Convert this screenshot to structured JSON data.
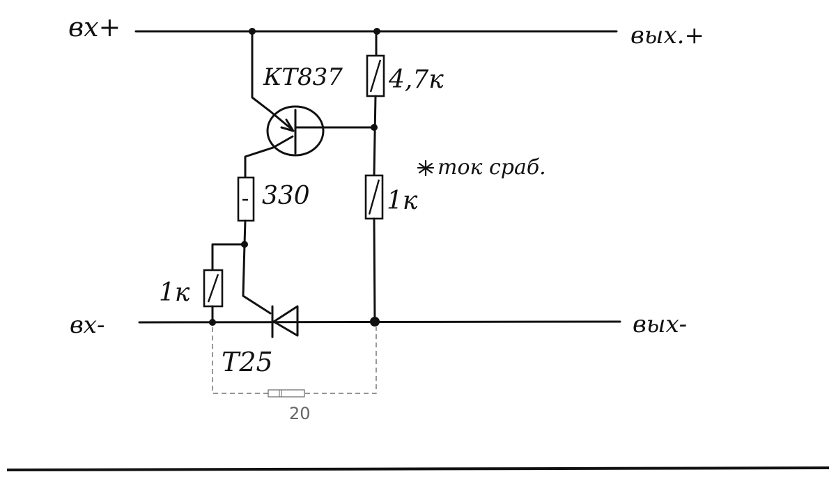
{
  "terminals": {
    "in_plus": "вх+",
    "in_minus": "вх-",
    "out_plus": "вых.+",
    "out_minus": "вых-"
  },
  "components": {
    "transistor": "КТ837",
    "r_top": "4,7к",
    "r_mid": "1к",
    "r_base": "330",
    "r_left": "1к",
    "thyristor": "Т25",
    "shunt": "20"
  },
  "notes": {
    "current_note": "ток сраб."
  },
  "colors": {
    "ink": "#111111",
    "printed": "#666666"
  }
}
